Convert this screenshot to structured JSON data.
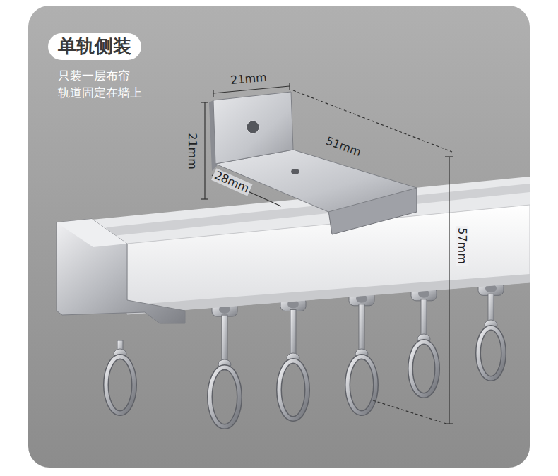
{
  "diagram": {
    "title": "单轨侧装",
    "labels": [
      "只装一层布帘",
      "轨道固定在墙上",
      "21mm",
      "21mm",
      "51mm",
      "28mm",
      "57mm"
    ]
  }
}
